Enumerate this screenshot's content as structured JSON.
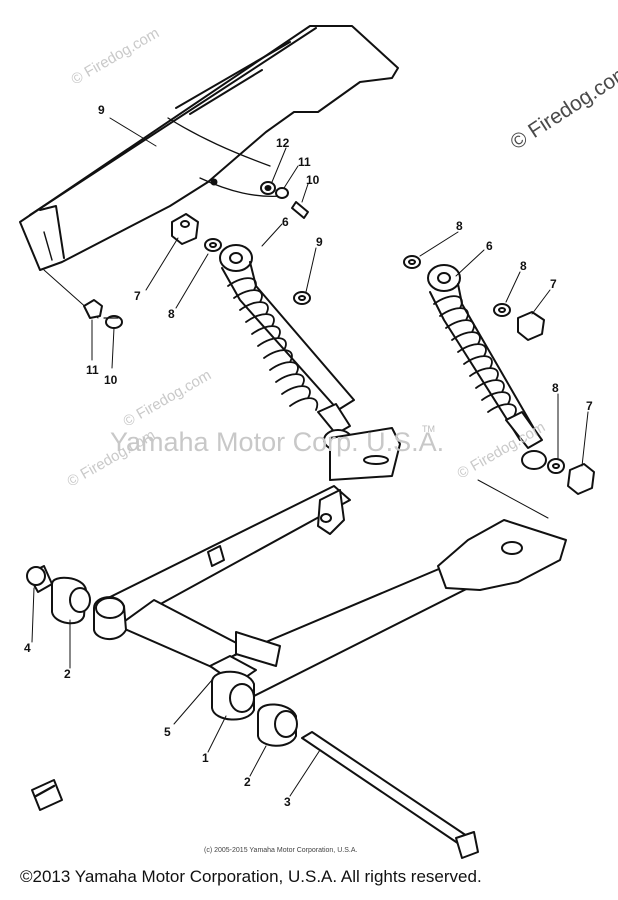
{
  "watermarks": {
    "corner": "© Firedog.com",
    "diagonal": "© Firedog.com",
    "center": "Yamaha Motor Corp. U.S.A.",
    "tm": "TM"
  },
  "diagram": {
    "part_labels": [
      {
        "id": "label-9-cover",
        "text": "9"
      },
      {
        "id": "label-12",
        "text": "12"
      },
      {
        "id": "label-11-top",
        "text": "11"
      },
      {
        "id": "label-10-top",
        "text": "10"
      },
      {
        "id": "label-6-left",
        "text": "6"
      },
      {
        "id": "label-7-left",
        "text": "7"
      },
      {
        "id": "label-8-left",
        "text": "8"
      },
      {
        "id": "label-9-left",
        "text": "9"
      },
      {
        "id": "label-11-bottom",
        "text": "11"
      },
      {
        "id": "label-10-bottom",
        "text": "10"
      },
      {
        "id": "label-8-right-top",
        "text": "8"
      },
      {
        "id": "label-6-right",
        "text": "6"
      },
      {
        "id": "label-8-right",
        "text": "8"
      },
      {
        "id": "label-7-right",
        "text": "7"
      },
      {
        "id": "label-8-right-low",
        "text": "8"
      },
      {
        "id": "label-7-right-low",
        "text": "7"
      },
      {
        "id": "label-4",
        "text": "4"
      },
      {
        "id": "label-2-left",
        "text": "2"
      },
      {
        "id": "label-5",
        "text": "5"
      },
      {
        "id": "label-1",
        "text": "1"
      },
      {
        "id": "label-2-bottom",
        "text": "2"
      },
      {
        "id": "label-3",
        "text": "3"
      }
    ]
  },
  "copyright_small": "(c) 2005-2015 Yamaha Motor Corporation, U.S.A.",
  "footer": "©2013 Yamaha Motor Corporation, U.S.A. All rights reserved."
}
